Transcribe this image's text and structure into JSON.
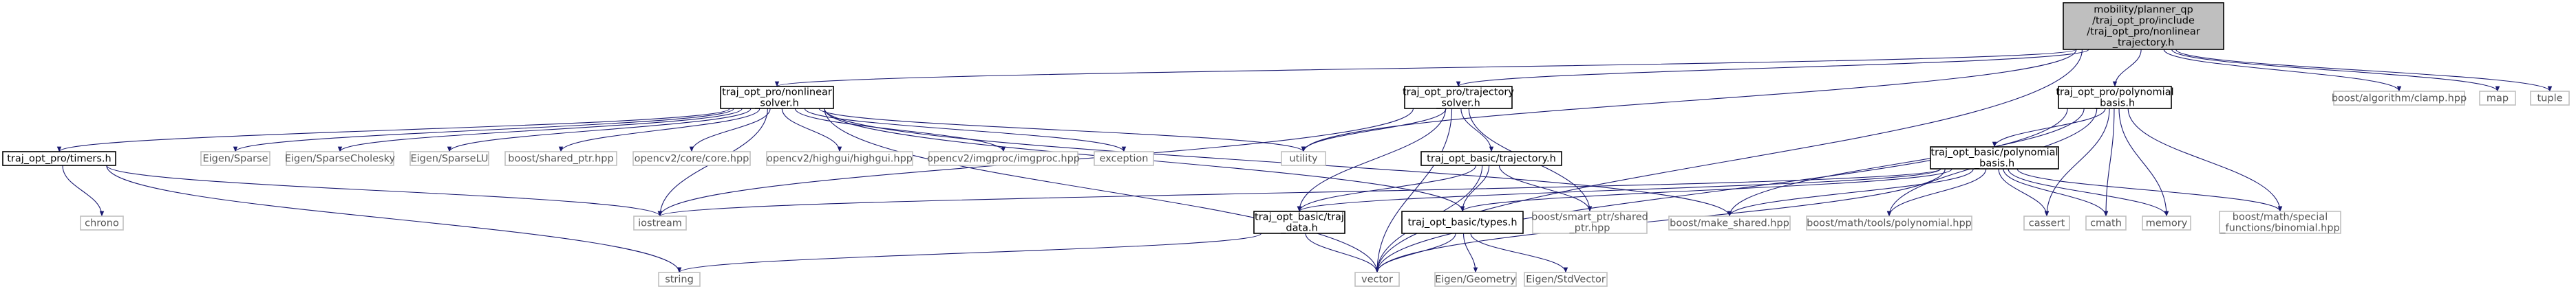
{
  "colors": {
    "edge": "#191970",
    "root_fill": "#bfbfbf",
    "root_stroke": "#000000",
    "project_stroke": "#000000",
    "system_stroke": "#bfbfbf",
    "system_text": "#555555"
  },
  "nodes": [
    {
      "id": "root",
      "lines": [
        "mobility/planner_qp",
        "/traj_opt_pro/include",
        "/traj_opt_pro/nonlinear",
        "_trajectory.h"
      ],
      "kind": "root"
    },
    {
      "id": "nonlinear_solver",
      "lines": [
        "traj_opt_pro/nonlinear",
        "_solver.h"
      ],
      "kind": "project"
    },
    {
      "id": "trajectory_solver",
      "lines": [
        "traj_opt_pro/trajectory",
        "_solver.h"
      ],
      "kind": "project"
    },
    {
      "id": "polynomial_basis",
      "lines": [
        "traj_opt_pro/polynomial",
        "_basis.h"
      ],
      "kind": "project"
    },
    {
      "id": "boost_clamp",
      "lines": [
        "boost/algorithm/clamp.hpp"
      ],
      "kind": "system"
    },
    {
      "id": "map",
      "lines": [
        "map"
      ],
      "kind": "system"
    },
    {
      "id": "tuple",
      "lines": [
        "tuple"
      ],
      "kind": "system"
    },
    {
      "id": "timers",
      "lines": [
        "traj_opt_pro/timers.h"
      ],
      "kind": "project"
    },
    {
      "id": "eigen_sparse",
      "lines": [
        "Eigen/Sparse"
      ],
      "kind": "system"
    },
    {
      "id": "eigen_sparse_cholesky",
      "lines": [
        "Eigen/SparseCholesky"
      ],
      "kind": "system"
    },
    {
      "id": "eigen_sparse_lu",
      "lines": [
        "Eigen/SparseLU"
      ],
      "kind": "system"
    },
    {
      "id": "boost_shared_ptr",
      "lines": [
        "boost/shared_ptr.hpp"
      ],
      "kind": "system"
    },
    {
      "id": "opencv_core",
      "lines": [
        "opencv2/core/core.hpp"
      ],
      "kind": "system"
    },
    {
      "id": "opencv_highgui",
      "lines": [
        "opencv2/highgui/highgui.hpp"
      ],
      "kind": "system"
    },
    {
      "id": "opencv_imgproc",
      "lines": [
        "opencv2/imgproc/imgproc.hpp"
      ],
      "kind": "system"
    },
    {
      "id": "exception",
      "lines": [
        "exception"
      ],
      "kind": "system"
    },
    {
      "id": "utility",
      "lines": [
        "utility"
      ],
      "kind": "system"
    },
    {
      "id": "basic_trajectory",
      "lines": [
        "traj_opt_basic/trajectory.h"
      ],
      "kind": "project"
    },
    {
      "id": "basic_polynomial_basis",
      "lines": [
        "traj_opt_basic/polynomial",
        "_basis.h"
      ],
      "kind": "project"
    },
    {
      "id": "chrono",
      "lines": [
        "chrono"
      ],
      "kind": "system"
    },
    {
      "id": "iostream",
      "lines": [
        "iostream"
      ],
      "kind": "system"
    },
    {
      "id": "basic_traj_data",
      "lines": [
        "traj_opt_basic/traj",
        "_data.h"
      ],
      "kind": "project"
    },
    {
      "id": "basic_types",
      "lines": [
        "traj_opt_basic/types.h"
      ],
      "kind": "project"
    },
    {
      "id": "boost_smart_ptr_shared",
      "lines": [
        "boost/smart_ptr/shared",
        "_ptr.hpp"
      ],
      "kind": "system"
    },
    {
      "id": "boost_make_shared",
      "lines": [
        "boost/make_shared.hpp"
      ],
      "kind": "system"
    },
    {
      "id": "boost_math_polynomial",
      "lines": [
        "boost/math/tools/polynomial.hpp"
      ],
      "kind": "system"
    },
    {
      "id": "cassert",
      "lines": [
        "cassert"
      ],
      "kind": "system"
    },
    {
      "id": "cmath",
      "lines": [
        "cmath"
      ],
      "kind": "system"
    },
    {
      "id": "memory",
      "lines": [
        "memory"
      ],
      "kind": "system"
    },
    {
      "id": "boost_binomial",
      "lines": [
        "boost/math/special",
        "_functions/binomial.hpp"
      ],
      "kind": "system"
    },
    {
      "id": "string",
      "lines": [
        "string"
      ],
      "kind": "system"
    },
    {
      "id": "vector",
      "lines": [
        "vector"
      ],
      "kind": "system"
    },
    {
      "id": "eigen_geometry",
      "lines": [
        "Eigen/Geometry"
      ],
      "kind": "system"
    },
    {
      "id": "eigen_stdvector",
      "lines": [
        "Eigen/StdVector"
      ],
      "kind": "system"
    }
  ],
  "edges": [
    [
      "root",
      "nonlinear_solver"
    ],
    [
      "root",
      "trajectory_solver"
    ],
    [
      "root",
      "polynomial_basis"
    ],
    [
      "root",
      "boost_clamp"
    ],
    [
      "root",
      "map"
    ],
    [
      "root",
      "tuple"
    ],
    [
      "root",
      "utility"
    ],
    [
      "root",
      "vector"
    ],
    [
      "nonlinear_solver",
      "timers"
    ],
    [
      "nonlinear_solver",
      "eigen_sparse"
    ],
    [
      "nonlinear_solver",
      "eigen_sparse_cholesky"
    ],
    [
      "nonlinear_solver",
      "eigen_sparse_lu"
    ],
    [
      "nonlinear_solver",
      "boost_shared_ptr"
    ],
    [
      "nonlinear_solver",
      "opencv_core"
    ],
    [
      "nonlinear_solver",
      "opencv_highgui"
    ],
    [
      "nonlinear_solver",
      "opencv_imgproc"
    ],
    [
      "nonlinear_solver",
      "exception"
    ],
    [
      "nonlinear_solver",
      "utility"
    ],
    [
      "nonlinear_solver",
      "iostream"
    ],
    [
      "nonlinear_solver",
      "vector"
    ],
    [
      "nonlinear_solver",
      "basic_types"
    ],
    [
      "nonlinear_solver",
      "boost_make_shared"
    ],
    [
      "timers",
      "chrono"
    ],
    [
      "timers",
      "iostream"
    ],
    [
      "timers",
      "string"
    ],
    [
      "trajectory_solver",
      "basic_trajectory"
    ],
    [
      "trajectory_solver",
      "utility"
    ],
    [
      "trajectory_solver",
      "iostream"
    ],
    [
      "trajectory_solver",
      "boost_smart_ptr_shared"
    ],
    [
      "trajectory_solver",
      "vector"
    ],
    [
      "trajectory_solver",
      "basic_traj_data"
    ],
    [
      "basic_trajectory",
      "basic_traj_data"
    ],
    [
      "basic_trajectory",
      "basic_types"
    ],
    [
      "basic_trajectory",
      "boost_smart_ptr_shared"
    ],
    [
      "basic_trajectory",
      "vector"
    ],
    [
      "polynomial_basis",
      "basic_polynomial_basis"
    ],
    [
      "polynomial_basis",
      "boost_make_shared"
    ],
    [
      "polynomial_basis",
      "boost_math_polynomial"
    ],
    [
      "polynomial_basis",
      "cassert"
    ],
    [
      "polynomial_basis",
      "cmath"
    ],
    [
      "polynomial_basis",
      "memory"
    ],
    [
      "polynomial_basis",
      "boost_binomial"
    ],
    [
      "polynomial_basis",
      "vector"
    ],
    [
      "basic_polynomial_basis",
      "basic_traj_data"
    ],
    [
      "basic_polynomial_basis",
      "basic_types"
    ],
    [
      "basic_polynomial_basis",
      "iostream"
    ],
    [
      "basic_polynomial_basis",
      "boost_make_shared"
    ],
    [
      "basic_polynomial_basis",
      "boost_math_polynomial"
    ],
    [
      "basic_polynomial_basis",
      "cassert"
    ],
    [
      "basic_polynomial_basis",
      "cmath"
    ],
    [
      "basic_polynomial_basis",
      "memory"
    ],
    [
      "basic_polynomial_basis",
      "boost_binomial"
    ],
    [
      "basic_polynomial_basis",
      "vector"
    ],
    [
      "basic_traj_data",
      "vector"
    ],
    [
      "basic_traj_data",
      "string"
    ],
    [
      "basic_types",
      "vector"
    ],
    [
      "basic_types",
      "eigen_geometry"
    ],
    [
      "basic_types",
      "eigen_stdvector"
    ]
  ]
}
